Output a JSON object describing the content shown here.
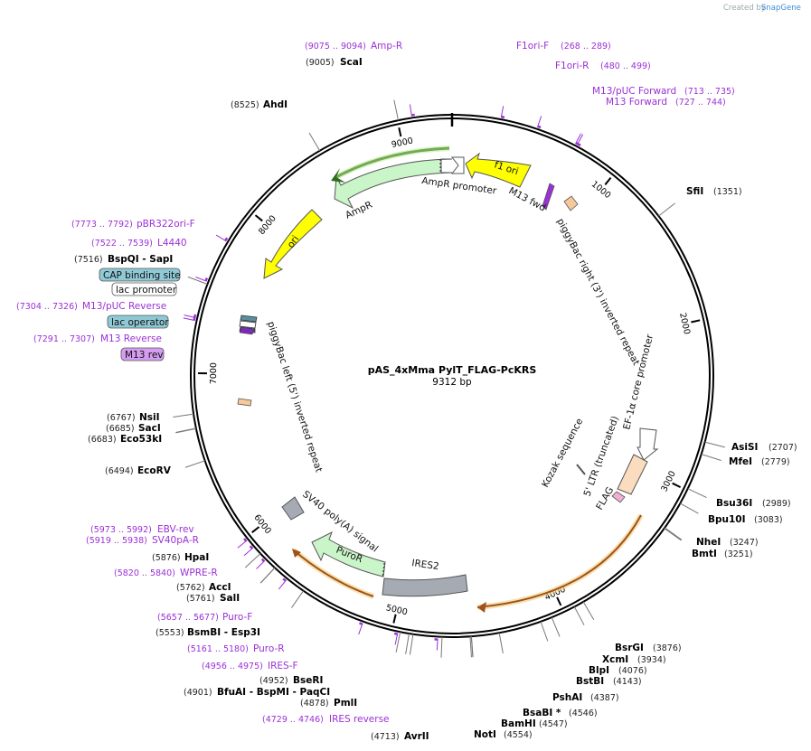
{
  "credit": {
    "prefix": "Created by",
    "brand": "SnapGene"
  },
  "plasmid": {
    "name": "pAS_4xMma PylT_FLAG-PcKRS",
    "size_label": "9312 bp",
    "length": 9312
  },
  "ticks": [
    {
      "pos": 1000,
      "label": "1000"
    },
    {
      "pos": 2000,
      "label": "2000"
    },
    {
      "pos": 3000,
      "label": "3000"
    },
    {
      "pos": 4000,
      "label": "4000"
    },
    {
      "pos": 5000,
      "label": "5000"
    },
    {
      "pos": 6000,
      "label": "6000"
    },
    {
      "pos": 7000,
      "label": "7000"
    },
    {
      "pos": 8000,
      "label": "8000"
    },
    {
      "pos": 9000,
      "label": "9000"
    }
  ],
  "sites": [
    {
      "name": "ScaI",
      "pos": "(9005)",
      "bp": 9005
    },
    {
      "name": "AhdI",
      "pos": "(8525)",
      "bp": 8525
    },
    {
      "name": "SfiI",
      "pos": "(1351)",
      "bp": 1351
    },
    {
      "name": "AsiSI",
      "pos": "(2707)",
      "bp": 2707
    },
    {
      "name": "MfeI",
      "pos": "(2779)",
      "bp": 2779
    },
    {
      "name": "Bsu36I",
      "pos": "(2989)",
      "bp": 2989
    },
    {
      "name": "Bpu10I",
      "pos": "(3083)",
      "bp": 3083
    },
    {
      "name": "NheI",
      "pos": "(3247)",
      "bp": 3247
    },
    {
      "name": "BmtI",
      "pos": "(3251)",
      "bp": 3251
    },
    {
      "name": "BsrGI",
      "pos": "(3876)",
      "bp": 3876
    },
    {
      "name": "XcmI",
      "pos": "(3934)",
      "bp": 3934
    },
    {
      "name": "BlpI",
      "pos": "(4076)",
      "bp": 4076
    },
    {
      "name": "BstBI",
      "pos": "(4143)",
      "bp": 4143
    },
    {
      "name": "PshAI",
      "pos": "(4387)",
      "bp": 4387
    },
    {
      "name": "BsaBI *",
      "pos": "(4546)",
      "bp": 4546
    },
    {
      "name": "BamHI",
      "pos": "(4547)",
      "bp": 4547
    },
    {
      "name": "NotI",
      "pos": "(4554)",
      "bp": 4554
    },
    {
      "name": "AvrII",
      "pos": "(4713)",
      "bp": 4713
    },
    {
      "name": "PmlI",
      "pos": "(4878)",
      "bp": 4878
    },
    {
      "name": "BfuAI  - BspMI  - PaqCI",
      "pos": "(4901)",
      "bp": 4901
    },
    {
      "name": "BseRI",
      "pos": "(4952)",
      "bp": 4952
    },
    {
      "name": "BsmBI  - Esp3I",
      "pos": "(5553)",
      "bp": 5553
    },
    {
      "name": "SalI",
      "pos": "(5761)",
      "bp": 5761
    },
    {
      "name": "AccI",
      "pos": "(5762)",
      "bp": 5762
    },
    {
      "name": "HpaI",
      "pos": "(5876)",
      "bp": 5876
    },
    {
      "name": "EcoRV",
      "pos": "(6494)",
      "bp": 6494
    },
    {
      "name": "Eco53kI",
      "pos": "(6683)",
      "bp": 6683
    },
    {
      "name": "SacI",
      "pos": "(6685)",
      "bp": 6685
    },
    {
      "name": "NsiI",
      "pos": "(6767)",
      "bp": 6767
    },
    {
      "name": "BspQI  - SapI",
      "pos": "(7516)",
      "bp": 7516
    }
  ],
  "primers": [
    {
      "name": "Amp-R",
      "pos": "(9075 .. 9094)",
      "bp": 9084
    },
    {
      "name": "F1ori-F",
      "pos": "(268 .. 289)",
      "bp": 278
    },
    {
      "name": "F1ori-R",
      "pos": "(480 .. 499)",
      "bp": 490
    },
    {
      "name": "M13/pUC Forward",
      "pos": "(713 .. 735)",
      "bp": 724
    },
    {
      "name": "M13 Forward",
      "pos": "(727 .. 744)",
      "bp": 735
    },
    {
      "name": "pBR322ori-F",
      "pos": "(7773 .. 7792)",
      "bp": 7782
    },
    {
      "name": "L4440",
      "pos": "(7522 .. 7539)",
      "bp": 7530
    },
    {
      "name": "M13/pUC Reverse",
      "pos": "(7304 .. 7326)",
      "bp": 7315
    },
    {
      "name": "M13 Reverse",
      "pos": "(7291 .. 7307)",
      "bp": 7299
    },
    {
      "name": "EBV-rev",
      "pos": "(5973 .. 5992)",
      "bp": 5982
    },
    {
      "name": "SV40pA-R",
      "pos": "(5919 .. 5938)",
      "bp": 5928
    },
    {
      "name": "WPRE-R",
      "pos": "(5820 .. 5840)",
      "bp": 5830
    },
    {
      "name": "Puro-F",
      "pos": "(5657 .. 5677)",
      "bp": 5667
    },
    {
      "name": "Puro-R",
      "pos": "(5161 .. 5180)",
      "bp": 5170
    },
    {
      "name": "IRES-F",
      "pos": "(4956 .. 4975)",
      "bp": 4965
    },
    {
      "name": "IRES reverse",
      "pos": "(4729 .. 4746)",
      "bp": 4737
    }
  ],
  "boxed_features": [
    {
      "name": "CAP binding site",
      "fill": "#8fc9d6"
    },
    {
      "name": "lac promoter",
      "fill": "#ffffff"
    },
    {
      "name": "lac operator",
      "fill": "#8fc9d6"
    },
    {
      "name": "M13 rev",
      "fill": "#d59cf0"
    }
  ],
  "features": [
    {
      "name": "f1 ori",
      "color": "#ffff00"
    },
    {
      "name": "AmpR promoter",
      "color": "#ffffff"
    },
    {
      "name": "AmpR",
      "color": "#c9f5c9"
    },
    {
      "name": "ori",
      "color": "#ffff00"
    },
    {
      "name": "M13 fwd",
      "color": "#9b30d6"
    },
    {
      "name": "piggyBac right (3') inverted repeat",
      "color": "#f6c89a"
    },
    {
      "name": "piggyBac left (5') inverted repeat",
      "color": "#f6c89a"
    },
    {
      "name": "EF-1α core promoter",
      "color": "#ffffff"
    },
    {
      "name": "5' LTR (truncated)",
      "color": "#fbdcbe"
    },
    {
      "name": "Kozak sequence",
      "color": "#888888"
    },
    {
      "name": "FLAG",
      "color": "#f0b0d0"
    },
    {
      "name": "IRES2",
      "color": "#a6abb3"
    },
    {
      "name": "PuroR",
      "color": "#c9f5c9"
    },
    {
      "name": "SV40 poly(A) signal",
      "color": "#a6abb3"
    }
  ]
}
